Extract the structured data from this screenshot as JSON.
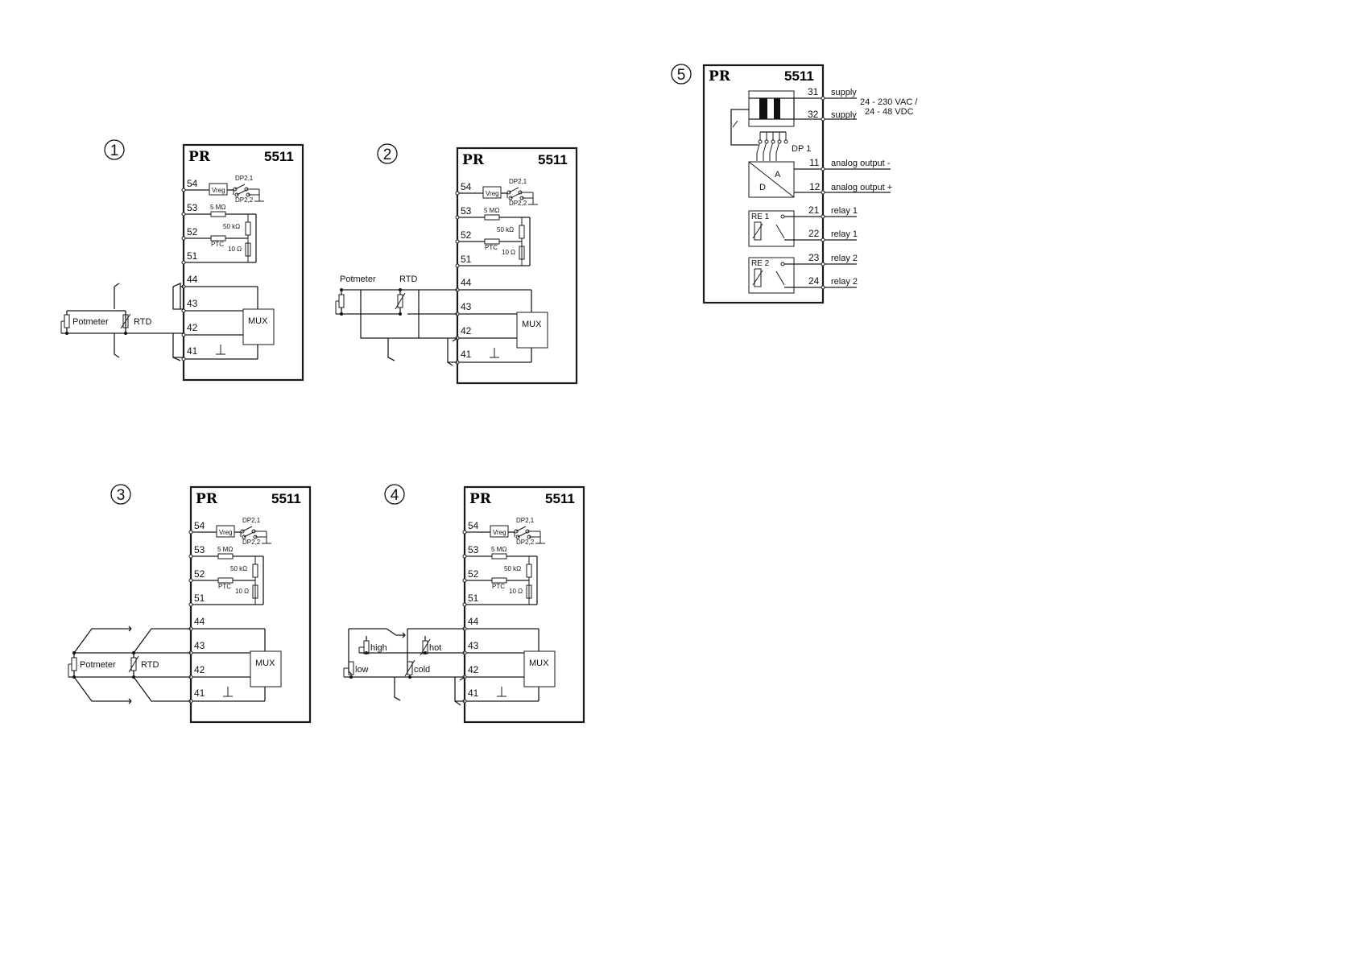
{
  "common": {
    "logo": "PR",
    "model": "5511",
    "terminals": [
      "54",
      "53",
      "52",
      "51",
      "44",
      "43",
      "42",
      "41"
    ],
    "vreg": "Vreg",
    "dp21": "DP2,1",
    "dp22": "DP2,2",
    "r5m": "5 MΩ",
    "r50k": "50 kΩ",
    "r10": "10 Ω",
    "ptc": "PTC",
    "mux": "MUX"
  },
  "diagrams": [
    {
      "number": "1",
      "labels": [
        "Potmeter",
        "RTD"
      ]
    },
    {
      "number": "2",
      "labels": [
        "Potmeter",
        "RTD"
      ]
    },
    {
      "number": "3",
      "labels": [
        "Potmeter",
        "RTD"
      ]
    },
    {
      "number": "4",
      "labels": [
        "high",
        "low",
        "hot",
        "cold"
      ]
    },
    {
      "number": "5",
      "terminals": [
        "31",
        "32",
        "11",
        "12",
        "21",
        "22",
        "23",
        "24"
      ],
      "signals": [
        "supply",
        "supply",
        "analog output -",
        "analog output +",
        "relay 1",
        "relay 1",
        "relay 2",
        "relay 2"
      ],
      "supply_range_1": "24 - 230 VAC /",
      "supply_range_2": "24 - 48 VDC",
      "dp1": "DP 1",
      "adc_a": "A",
      "adc_d": "D",
      "re1": "RE 1",
      "re2": "RE 2"
    }
  ]
}
